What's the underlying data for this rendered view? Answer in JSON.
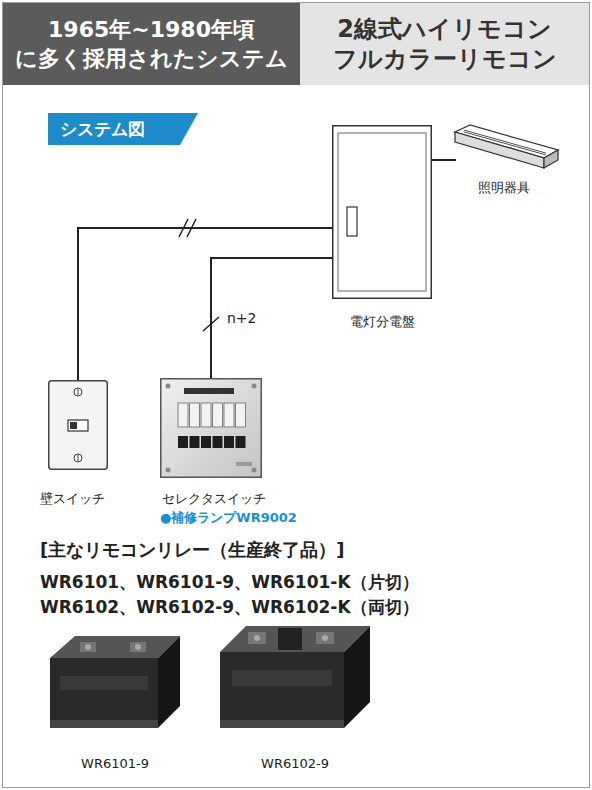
{
  "diagram": {
    "nodes": [
      {
        "text": [
          "1965年~1980年頃 に多く採用されたシステム"
        ]
      },
      {
        "text": [
          "2線式ハイリモコン フルカラーリモコン"
        ]
      },
      {
        "text": [
          "システム図"
        ]
      },
      {
        "text": [
          "電灯分電盤"
        ]
      },
      {
        "text": [
          "照明器具"
        ]
      },
      {
        "text": [
          "壁スイッチ"
        ]
      },
      {
        "text": [
          "セレクタスイッチ",
          "●補修ランプWR9002"
        ]
      },
      {
        "text": [
          "WR6101-9"
        ]
      },
      {
        "text": [
          "WR6102-9"
        ]
      }
    ],
    "edges": [
      {
        "from": 3,
        "to": 4,
        "arrow": "none"
      },
      {
        "from": 3,
        "to": 5,
        "arrow": "none"
      },
      {
        "from": 3,
        "to": 6,
        "label": "n+2",
        "arrow": "none"
      }
    ],
    "labels": [
      "[主なリモコンリレー（生産終了品）]",
      "WR6101、WR6101-9、WR6101-K（片切）",
      "WR6102、WR6102-9、WR6102-K（両切）"
    ]
  }
}
